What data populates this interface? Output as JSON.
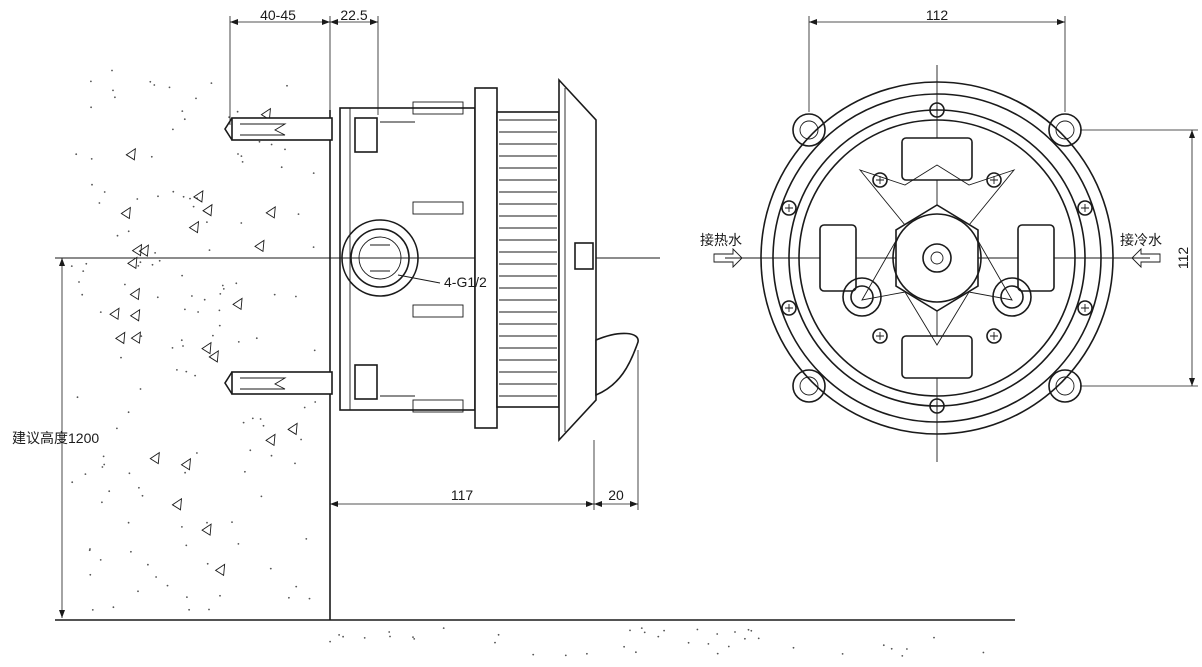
{
  "dimensions": {
    "wall_depth": "40-45",
    "box_offset": "22.5",
    "body_depth": "117",
    "cover_depth": "20",
    "width": "112",
    "height": "112"
  },
  "labels": {
    "port": "4-G1/2",
    "install_height": "建议高度1200",
    "hot_in": "接热水",
    "cold_in": "接冷水"
  }
}
